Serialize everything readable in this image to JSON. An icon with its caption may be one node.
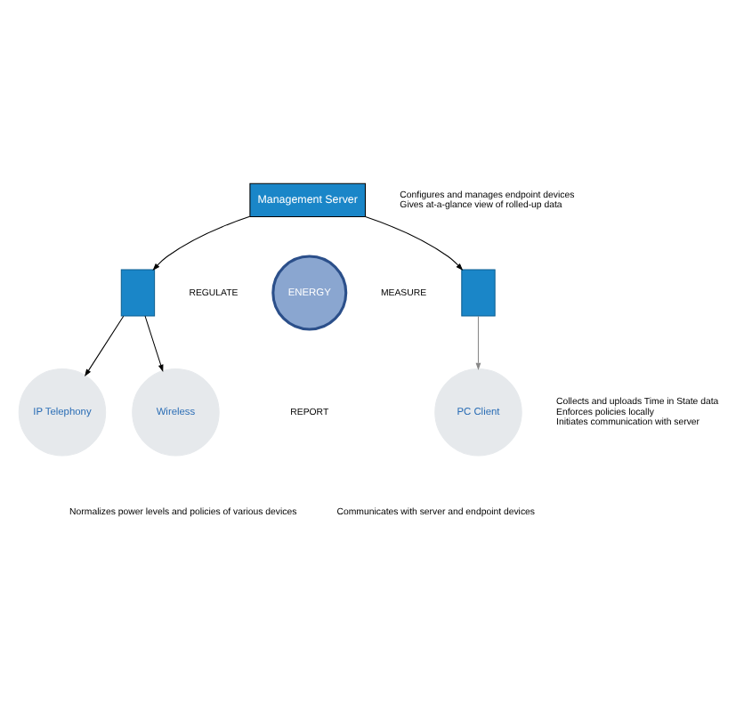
{
  "diagram": {
    "nodes": [
      {
        "text": [
          "Management Server"
        ],
        "beside": [
          "Configures and manages endpoint devices",
          "Gives at-a-glance view of rolled-up data"
        ]
      },
      {
        "text": [],
        "shape": "box"
      },
      {
        "text": [],
        "shape": "box"
      },
      {
        "text": [
          "ENERGY"
        ]
      },
      {
        "text": [
          "Wireless"
        ]
      },
      {
        "text": [
          "IP Telephony"
        ]
      },
      {
        "text": [
          "PC Client"
        ],
        "beside": [
          "Collects and uploads Time in State data",
          "Enforces policies locally",
          "Initiates communication with server"
        ]
      }
    ],
    "edges": [
      {
        "from": 0,
        "to": 1,
        "arrow": "to"
      },
      {
        "from": 0,
        "to": 2,
        "arrow": "to"
      },
      {
        "from": 1,
        "to": 4,
        "arrow": "to"
      },
      {
        "from": 1,
        "to": 5,
        "arrow": "to"
      },
      {
        "from": 2,
        "to": 6,
        "arrow": "to",
        "color": "#888888"
      }
    ],
    "labels": [
      "REGULATE",
      "MEASURE",
      "REPORT",
      "Normalizes power levels and policies of various devices",
      "Communicates with server and endpoint devices"
    ]
  }
}
